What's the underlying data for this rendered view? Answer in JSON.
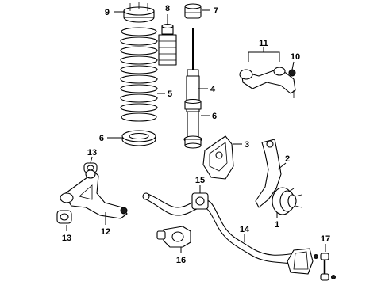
{
  "colors": {
    "line": "#000000",
    "background": "#ffffff"
  },
  "callouts": {
    "c1": "1",
    "c2": "2",
    "c3": "3",
    "c4": "4",
    "c5": "5",
    "c6a": "6",
    "c6b": "6",
    "c7": "7",
    "c8": "8",
    "c9": "9",
    "c10": "10",
    "c11": "11",
    "c12": "12",
    "c13a": "13",
    "c13b": "13",
    "c14": "14",
    "c15": "15",
    "c16": "16",
    "c17": "17"
  }
}
